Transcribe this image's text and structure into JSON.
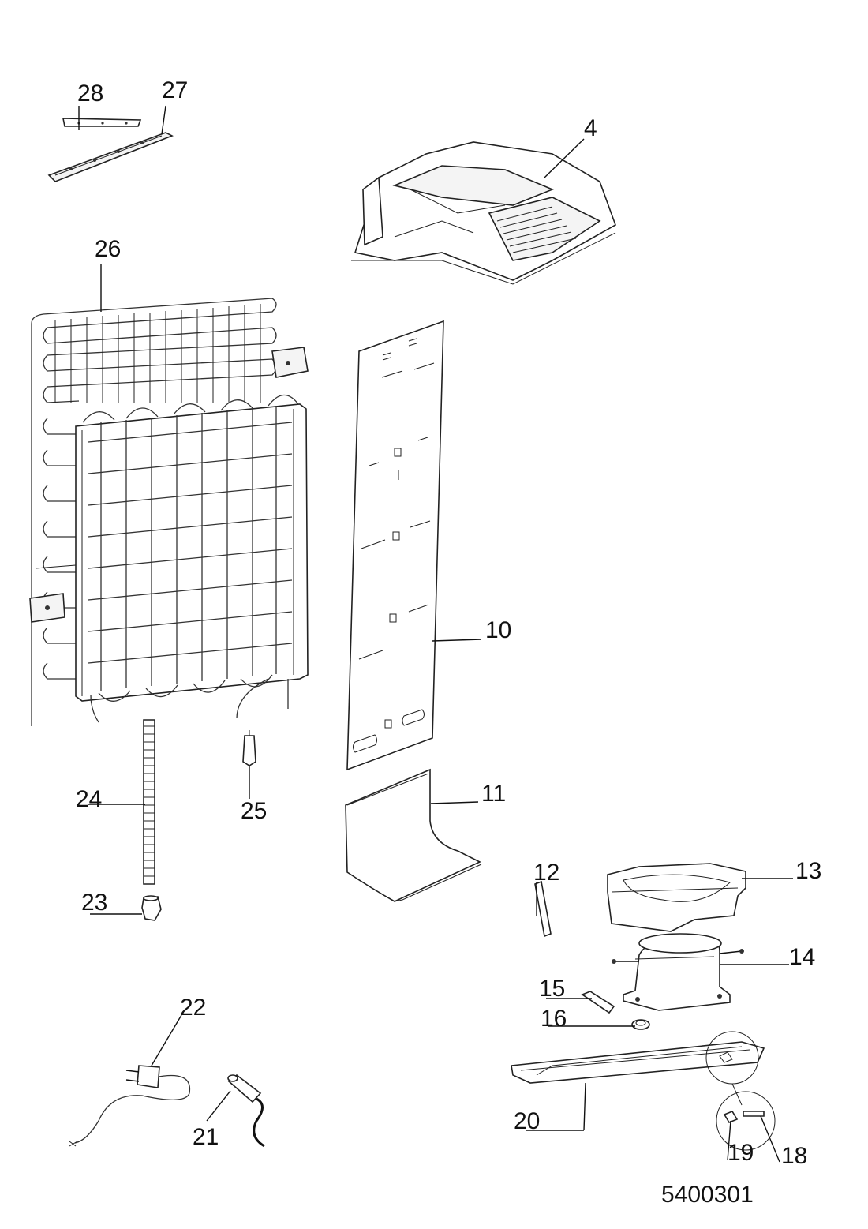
{
  "document_number": "5400301",
  "callouts": {
    "p4": "4",
    "p10": "10",
    "p11": "11",
    "p12": "12",
    "p13": "13",
    "p14": "14",
    "p15": "15",
    "p16": "16",
    "p18": "18",
    "p19": "19",
    "p20": "20",
    "p21": "21",
    "p22": "22",
    "p23": "23",
    "p24": "24",
    "p25": "25",
    "p26": "26",
    "p27": "27",
    "p28": "28"
  }
}
